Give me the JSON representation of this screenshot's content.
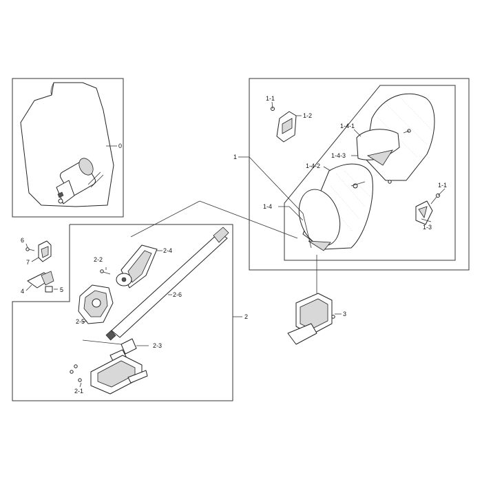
{
  "callouts": {
    "c0": "0",
    "c1": "1",
    "c1_1a": "1-1",
    "c1_2": "1-2",
    "c1_4_1": "1-4-1",
    "c1_4_3": "1-4-3",
    "c1_4_2": "1-4-2",
    "c1_4": "1-4",
    "c1_1b": "1-1",
    "c1_3": "1-3",
    "c3": "3",
    "c6": "6",
    "c7": "7",
    "c4": "4",
    "c5": "5",
    "c2_2": "2-2",
    "c2_4": "2-4",
    "c2_6": "2-6",
    "c2_5": "2-5",
    "c2": "2",
    "c2_3": "2-3",
    "c2_1": "2-1"
  }
}
